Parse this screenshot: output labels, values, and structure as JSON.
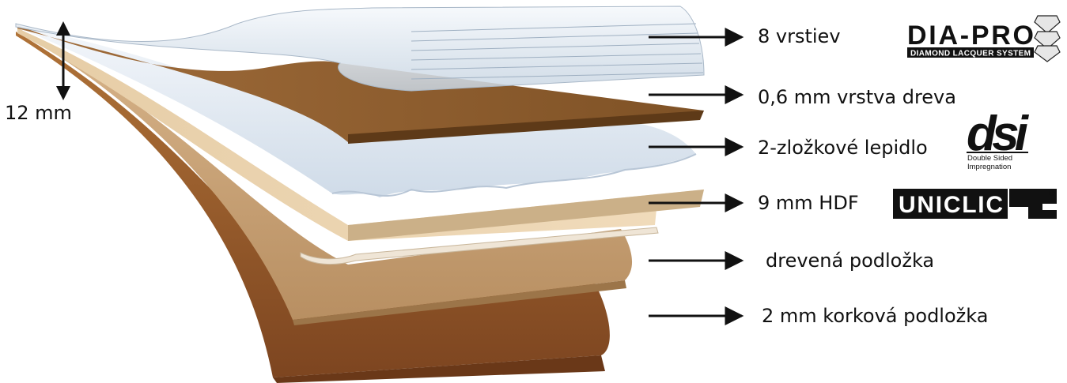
{
  "thickness_label": "12 mm",
  "layers": [
    {
      "id": "lacquer",
      "label": "8 vrstiev"
    },
    {
      "id": "veneer",
      "label": "0,6 mm vrstva dreva"
    },
    {
      "id": "glue",
      "label": "2-zložkové lepidlo"
    },
    {
      "id": "hdf",
      "label": "9 mm HDF"
    },
    {
      "id": "wood-underlay",
      "label": "drevená podložka"
    },
    {
      "id": "cork",
      "label": "2 mm korková podložka"
    }
  ],
  "logos": {
    "diapro": {
      "name": "DIA-PRO",
      "subtitle": "DIAMOND LACQUER SYSTEM"
    },
    "dsi": {
      "name": "dsi",
      "line1": "Double Sided",
      "line2": "Impregnation"
    },
    "uniclic": {
      "name": "UNICLIC",
      "mark": "®"
    }
  },
  "colors": {
    "cork": "#9a5a2a",
    "wood_underlay": "#c9a47a",
    "hdf": "#e8d2b0",
    "veneer": "#8a5a2e",
    "lacquer": "#dfe6ee",
    "glue": "#e8eef5"
  }
}
